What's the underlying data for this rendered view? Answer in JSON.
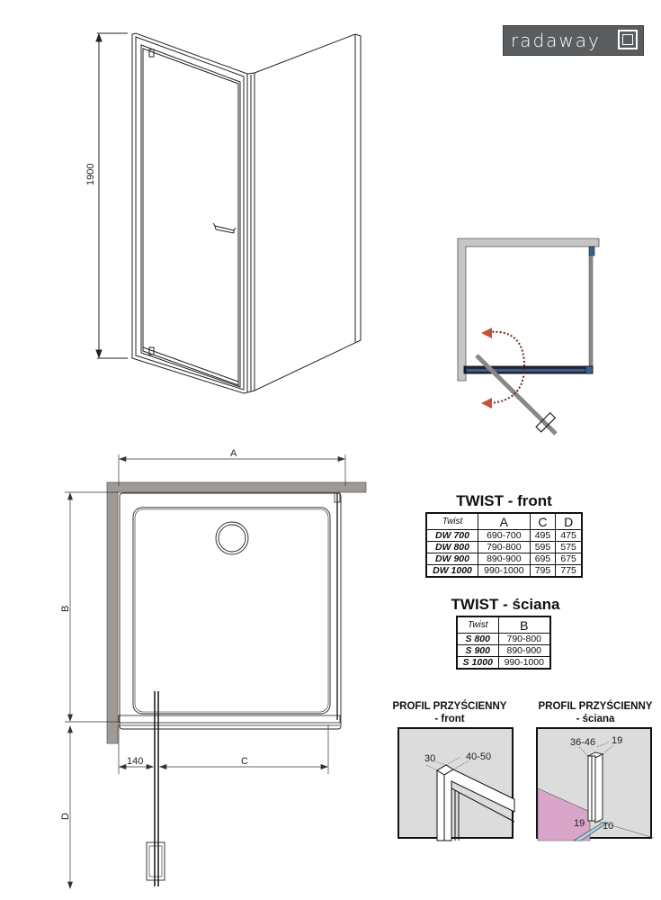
{
  "brand": {
    "logo_text": "radaway",
    "logo_bg": "#5a5d60"
  },
  "elevation": {
    "height_label": "1900"
  },
  "plan_view": {
    "dim_A": "A",
    "dim_B": "B",
    "dim_C": "C",
    "dim_D": "D",
    "dim_140": "140",
    "wall_color": "#a09a97"
  },
  "swing_diagram": {
    "arrow_color": "#c8503c",
    "door_color": "#1e2a44"
  },
  "table_front": {
    "title": "TWIST - front",
    "headers": [
      "Twist",
      "A",
      "C",
      "D"
    ],
    "rows": [
      [
        "DW 700",
        "690-700",
        "495",
        "475"
      ],
      [
        "DW 800",
        "790-800",
        "595",
        "575"
      ],
      [
        "DW 900",
        "890-900",
        "695",
        "675"
      ],
      [
        "DW 1000",
        "990-1000",
        "795",
        "775"
      ]
    ]
  },
  "table_wall": {
    "title": "TWIST - ściana",
    "headers": [
      "Twist",
      "B"
    ],
    "rows": [
      [
        "S 800",
        "790-800"
      ],
      [
        "S 900",
        "890-900"
      ],
      [
        "S 1000",
        "990-1000"
      ]
    ]
  },
  "profile_front": {
    "title_line1": "PROFIL PRZYŚCIENNY",
    "title_line2": "- front",
    "dim_left": "30",
    "dim_right": "40-50"
  },
  "profile_wall": {
    "title_line1": "PROFIL PRZYŚCIENNY",
    "title_line2": "- ściana",
    "dim_top_left": "36-46",
    "dim_top_right": "19",
    "dim_bottom_left": "19",
    "dim_bottom_right": "10",
    "accent_color": "#d9a6c9"
  }
}
